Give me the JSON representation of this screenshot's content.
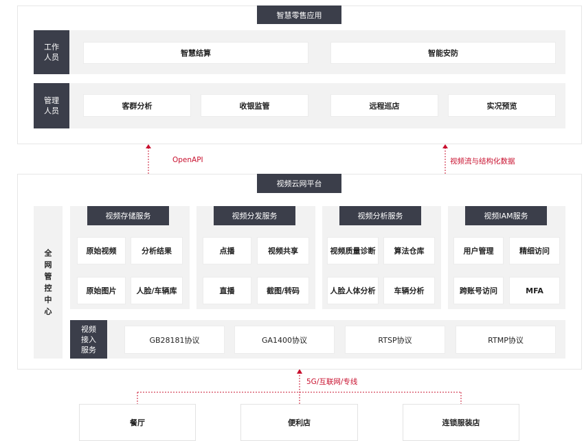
{
  "top": {
    "title": "智慧零售应用",
    "rows": [
      {
        "label": "工作\n人员",
        "items": [
          "智慧结算",
          "智能安防"
        ]
      },
      {
        "label": "管理\n人员",
        "items": [
          "客群分析",
          "收银监管",
          "远程巡店",
          "实况预览"
        ]
      }
    ]
  },
  "links": {
    "openapi": "OpenAPI",
    "stream": "视频流与结构化数据",
    "network": "5G/互联网/专线"
  },
  "platform": {
    "title": "视频云网平台",
    "center": "全\n网\n管\n控\n中\n心",
    "services": [
      {
        "title": "视频存储服务",
        "items": [
          "原始视频",
          "分析结果",
          "原始图片",
          "人脸/车辆库"
        ]
      },
      {
        "title": "视频分发服务",
        "items": [
          "点播",
          "视频共享",
          "直播",
          "截图/转码"
        ]
      },
      {
        "title": "视频分析服务",
        "items": [
          "视频质量诊断",
          "算法仓库",
          "人脸人体分析",
          "车辆分析"
        ]
      },
      {
        "title": "视频IAM服务",
        "items": [
          "用户管理",
          "精细访问",
          "跨账号访问",
          "MFA"
        ]
      }
    ],
    "access": {
      "label": "视频\n接入\n服务",
      "protocols": [
        "GB28181协议",
        "GA1400协议",
        "RTSP协议",
        "RTMP协议"
      ]
    }
  },
  "stores": [
    "餐厅",
    "便利店",
    "连锁服装店"
  ],
  "colors": {
    "dark": "#3b3e4a",
    "accent_red": "#c8102e",
    "panel": "#f2f2f2"
  }
}
